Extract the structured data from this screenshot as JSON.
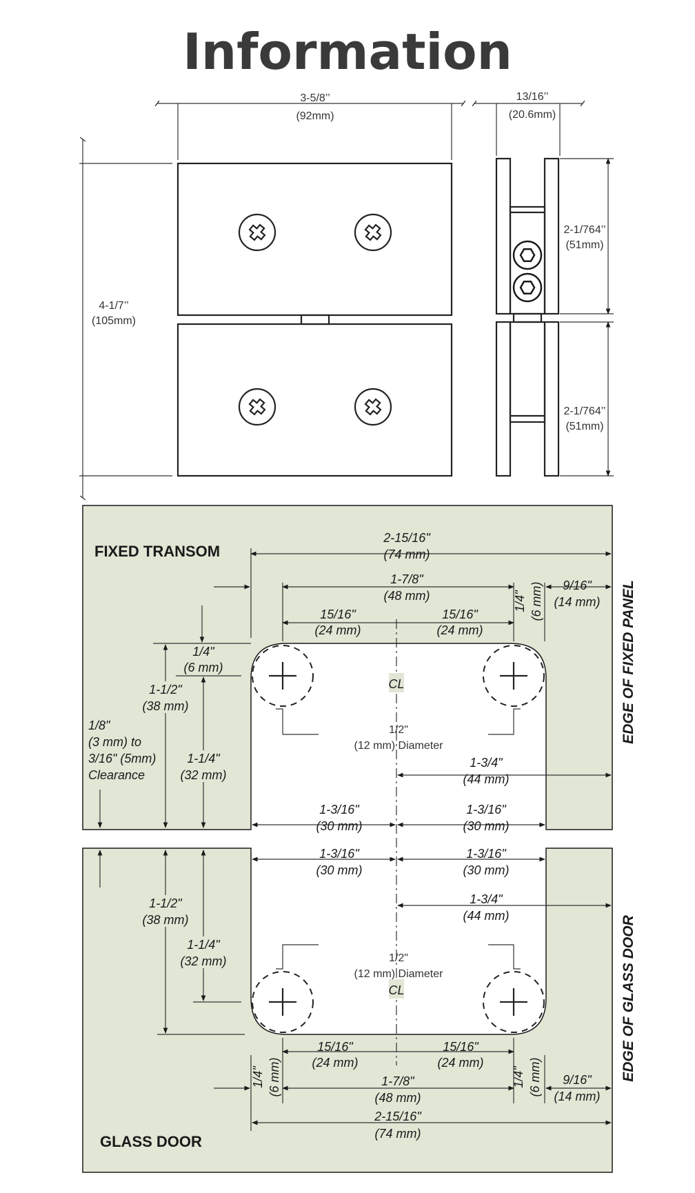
{
  "header": {
    "title": "Information"
  },
  "front_view": {
    "width_in": "3-5/8’’",
    "width_mm": "(92mm)",
    "height_in": "4-1/7’’",
    "height_mm": "(105mm)"
  },
  "side_view": {
    "depth_in": "13/16’’",
    "depth_mm": "(20.6mm)",
    "upper_in": "2-1/764’’",
    "upper_mm": "(51mm)",
    "lower_in": "2-1/764’’",
    "lower_mm": "(51mm)"
  },
  "template": {
    "colors": {
      "panel_fill": "#e1e6d5",
      "line": "#1a1a1a"
    },
    "fixed_transom": {
      "label": "FIXED TRANSOM",
      "edge_label": "EDGE OF FIXED PANEL",
      "overall_in": "2-15/16\"",
      "overall_mm": "(74 mm)",
      "hole_span_in": "1-7/8\"",
      "hole_span_mm": "(48 mm)",
      "half_left_in": "15/16\"",
      "half_left_mm": "(24 mm)",
      "half_right_in": "15/16\"",
      "half_right_mm": "(24 mm)",
      "offset_in": "1/4\"",
      "offset_mm": "(6 mm)",
      "edge_in": "9/16\"",
      "edge_mm": "(14 mm)",
      "top_in": "1/4\"",
      "top_mm": "(6 mm)",
      "height_in": "1-1/2\"",
      "height_mm": "(38 mm)",
      "clear_1": "1/8\"",
      "clear_2": "(3 mm) to",
      "clear_3": "3/16\" (5mm)",
      "clear_4": "Clearance",
      "depth_in": "1-1/4\"",
      "depth_mm": "(32 mm)",
      "hole_in": "1/2\"",
      "hole_mm": "(12 mm) Diameter",
      "center_in": "1-3/4\"",
      "center_mm": "(44 mm)",
      "cut_left_in": "1-3/16\"",
      "cut_left_mm": "(30 mm)",
      "cut_right_in": "1-3/16\"",
      "cut_right_mm": "(30 mm)",
      "centerline": "CL"
    },
    "glass_door": {
      "label": "GLASS DOOR",
      "edge_label": "EDGE OF GLASS DOOR",
      "cut_left_in": "1-3/16\"",
      "cut_left_mm": "(30 mm)",
      "cut_right_in": "1-3/16\"",
      "cut_right_mm": "(30 mm)",
      "center_in": "1-3/4\"",
      "center_mm": "(44 mm)",
      "height_in": "1-1/2\"",
      "height_mm": "(38 mm)",
      "depth_in": "1-1/4\"",
      "depth_mm": "(32 mm)",
      "hole_in": "1/2\"",
      "hole_mm": "(12 mm) Diameter",
      "half_left_in": "15/16\"",
      "half_left_mm": "(24 mm)",
      "half_right_in": "15/16\"",
      "half_right_mm": "(24 mm)",
      "offset_in": "1/4\"",
      "offset_mm": "(6 mm)",
      "hole_span_in": "1-7/8\"",
      "hole_span_mm": "(48 mm)",
      "offset2_in": "1/4\"",
      "offset2_mm": "(6 mm)",
      "edge_in": "9/16\"",
      "edge_mm": "(14 mm)",
      "overall_in": "2-15/16\"",
      "overall_mm": "(74 mm)",
      "centerline": "CL"
    }
  }
}
